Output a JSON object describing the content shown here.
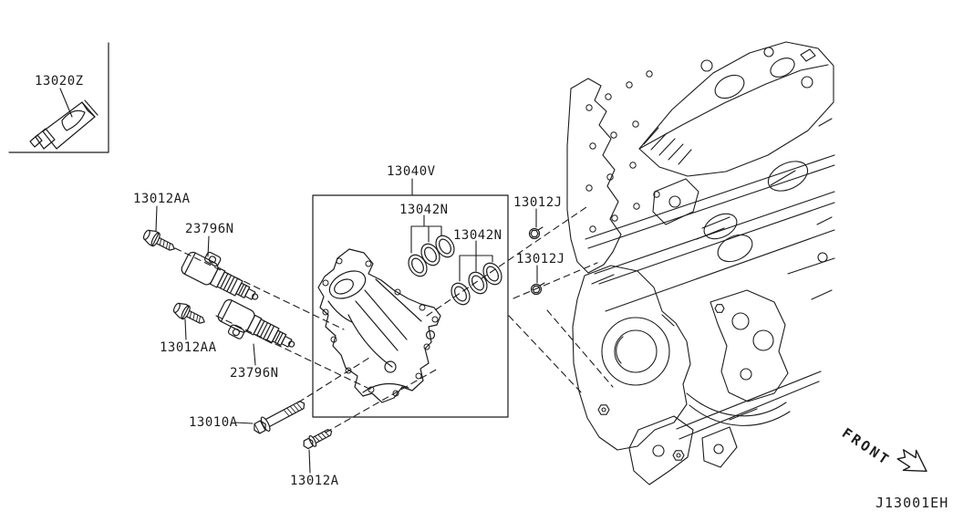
{
  "diagram": {
    "drawing_code": "J13001EH",
    "front_indicator": "FRONT",
    "colors": {
      "line": "#1c1c1c",
      "background": "#ffffff"
    },
    "callouts": [
      {
        "part_no": "13020Z",
        "part_name": "sealant-tube"
      },
      {
        "part_no": "13012AA",
        "part_name": "solenoid-bolt-upper"
      },
      {
        "part_no": "23796N",
        "part_name": "camshaft-solenoid-valve-upper"
      },
      {
        "part_no": "13012AA",
        "part_name": "solenoid-bolt-lower"
      },
      {
        "part_no": "23796N",
        "part_name": "camshaft-solenoid-valve-lower"
      },
      {
        "part_no": "13040V",
        "part_name": "front-cover-assembly"
      },
      {
        "part_no": "13042N",
        "part_name": "o-ring-set-1"
      },
      {
        "part_no": "13042N",
        "part_name": "o-ring-set-2"
      },
      {
        "part_no": "13012J",
        "part_name": "cover-bolt-small-upper"
      },
      {
        "part_no": "13012J",
        "part_name": "cover-bolt-small-lower"
      },
      {
        "part_no": "13010A",
        "part_name": "cover-bolt-long"
      },
      {
        "part_no": "13012A",
        "part_name": "cover-bolt-short"
      }
    ]
  }
}
